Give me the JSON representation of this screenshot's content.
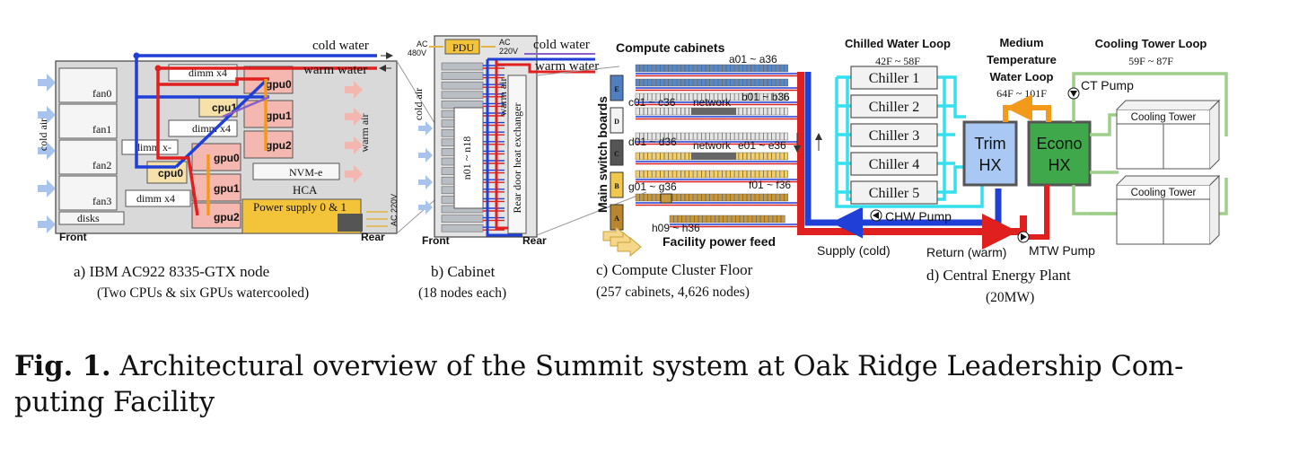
{
  "node": {
    "title": "a)     IBM AC922 8335-GTX node",
    "subtitle": "(Two CPUs & six GPUs watercooled)",
    "cold_water": "cold water",
    "warm_water": "warm water",
    "cold_air": "cold air",
    "warm_air": "warm air",
    "fans": [
      "fan0",
      "fan1",
      "fan2",
      "fan3"
    ],
    "disks": "disks",
    "front": "Front",
    "rear": "Rear",
    "dimm": "dimm x4",
    "dimm_short": "dimm x-",
    "cpu0": "cpu0",
    "cpu1": "cpu1",
    "gpus_top": [
      "gpu0",
      "gpu1",
      "gpu2"
    ],
    "gpus_bottom": [
      "gpu0",
      "gpu1",
      "gpu2"
    ],
    "nvme": "NVM-e",
    "hca": "HCA",
    "power_supply": "Power supply 0 & 1",
    "ac": "AC 220V"
  },
  "cabinet": {
    "title": "b) Cabinet",
    "subtitle": "(18 nodes each)",
    "pdu": "PDU",
    "ac_left": "AC",
    "v_left": "480V",
    "ac_right": "AC",
    "v_right": "220V",
    "cold_water": "cold water",
    "warm_water": "warm water",
    "cold_air": "cold air",
    "warm_air": "warm air",
    "nodes": "n01 ~ n18",
    "heat_exchanger": "Rear door heat exchanger",
    "front": "Front",
    "rear": "Rear"
  },
  "floor": {
    "title": "c) Compute Cluster Floor",
    "subtitle": "(257 cabinets, 4,626 nodes)",
    "compute_cabinets": "Compute cabinets",
    "main_switch": "Main switch boards",
    "row_a": "a01 ~ a36",
    "row_b": "b01 ~ b36",
    "row_c": "c01 ~ c36",
    "network1": "network",
    "row_d": "d01 ~ d36",
    "network2": "network",
    "row_e": "e01 ~ e36",
    "row_f": "f01 ~ f36",
    "row_g": "g01 ~ g36",
    "row_h": "h09 ~ h36",
    "facility_power": "Facility power feed",
    "switch_letters": [
      "E",
      "D",
      "C",
      "B",
      "A"
    ]
  },
  "plant": {
    "title": "d) Central Energy Plant",
    "subtitle": "(20MW)",
    "chilled_loop": "Chilled Water Loop",
    "chilled_range": "42F ~ 58F",
    "mtw_loop_1": "Medium",
    "mtw_loop_2": "Temperature",
    "mtw_loop_3": "Water Loop",
    "mtw_range": "64F ~ 101F",
    "ct_loop": "Cooling Tower Loop",
    "ct_range": "59F ~ 87F",
    "chillers": [
      "Chiller 1",
      "Chiller 2",
      "Chiller 3",
      "Chiller 4",
      "Chiller 5"
    ],
    "trim_1": "Trim",
    "trim_2": "HX",
    "econo_1": "Econo",
    "econo_2": "HX",
    "ct_pump": "CT Pump",
    "chw_pump": "CHW Pump",
    "mtw_pump": "MTW Pump",
    "cooling_tower": "Cooling Tower",
    "supply": "Supply (cold)",
    "return": "Return (warm)"
  },
  "caption": {
    "label": "Fig. 1.",
    "text": "Architectural overview of the Summit system at Oak Ridge Leadership Com-puting Facility",
    "text_line1": " Architectural overview of the Summit system at Oak Ridge Leadership Com-",
    "text_line2": "puting Facility"
  },
  "colors": {
    "cold": "#1f3fd6",
    "warm": "#e01f1f",
    "mtw": "#f39a1a",
    "chw": "#33e0ee",
    "ct": "#9dcf8a",
    "gpu": "#f4b8b0",
    "psu": "#f3c33a",
    "trim": "#a9c8f4",
    "econo": "#3fa84a"
  }
}
